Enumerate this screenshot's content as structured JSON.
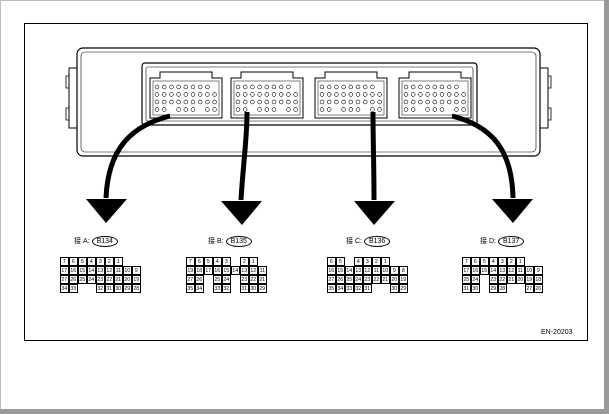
{
  "connectors": [
    {
      "id": "A",
      "prefix": "接 A:",
      "code": "B134",
      "rows": [
        [
          "7",
          "6",
          "5",
          "4",
          "3",
          "2",
          "1",
          ""
        ],
        [
          "17",
          "16",
          "15",
          "14",
          "13",
          "12",
          "11",
          "10"
        ],
        [
          "27",
          "26",
          "25",
          "24",
          "23",
          "22",
          "21",
          "20"
        ],
        [
          "34",
          "33",
          "",
          "",
          "32",
          "31",
          "30",
          "29"
        ]
      ],
      "extra_col": [
        "",
        "9",
        "19",
        "28"
      ]
    },
    {
      "id": "B",
      "prefix": "接 B:",
      "code": "B135",
      "rows": [
        [
          "7",
          "6",
          "5",
          "4",
          "3",
          "",
          "2",
          "1"
        ],
        [
          "19",
          "18",
          "17",
          "16",
          "15",
          "14",
          "13",
          "12"
        ],
        [
          "27",
          "26",
          "",
          "25",
          "24",
          "",
          "23",
          "22"
        ],
        [
          "35",
          "34",
          "",
          "33",
          "32",
          "",
          "31",
          "30"
        ]
      ],
      "extra_col": [
        "",
        "11",
        "21",
        "29"
      ]
    },
    {
      "id": "C",
      "prefix": "接 C:",
      "code": "B136",
      "rows": [
        [
          "6",
          "5",
          "",
          "4",
          "3",
          "2",
          "1",
          ""
        ],
        [
          "16",
          "15",
          "14",
          "13",
          "12",
          "11",
          "10",
          "9"
        ],
        [
          "27",
          "26",
          "25",
          "24",
          "23",
          "22",
          "21",
          "20"
        ],
        [
          "35",
          "34",
          "33",
          "32",
          "31",
          "",
          "",
          "30"
        ]
      ],
      "extra_col": [
        "",
        "8",
        "19",
        "29"
      ]
    },
    {
      "id": "D",
      "prefix": "接 D:",
      "code": "B137",
      "rows": [
        [
          "7",
          "6",
          "5",
          "4",
          "3",
          "2",
          "1",
          ""
        ],
        [
          "17",
          "16",
          "15",
          "14",
          "13",
          "12",
          "11",
          "10"
        ],
        [
          "25",
          "24",
          "",
          "23",
          "22",
          "21",
          "20",
          "19"
        ],
        [
          "31",
          "30",
          "",
          "29",
          "28",
          "",
          "",
          "27"
        ]
      ],
      "extra_col": [
        "",
        "9",
        "18",
        "26"
      ]
    }
  ],
  "figure_code": "EN-20203"
}
